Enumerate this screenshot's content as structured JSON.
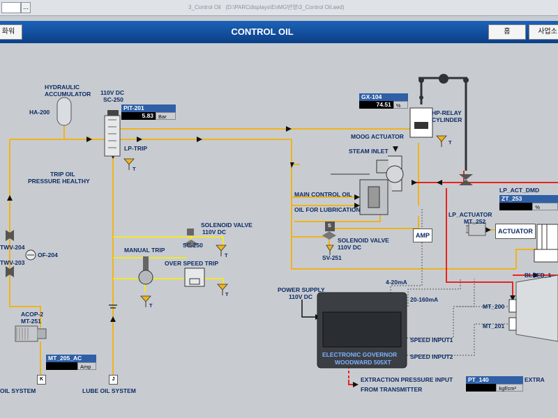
{
  "window": {
    "title": "3_Control Oil",
    "path": "(D:\\PARCdisplays\\EnMG반영\\3_Control Oil.aed)",
    "combo_button": "..."
  },
  "header": {
    "title": "CONTROL OIL",
    "left_button": "화워",
    "home_button": "홈",
    "site_button": "사업소"
  },
  "labels": {
    "hydraulic_acc": "HYDRAULIC",
    "hydraulic_acc2": "ACCUMULATOR",
    "ha200": "HA-200",
    "v110dc_sc250": "110V DC",
    "sc250_top": "SC-250",
    "lp_trip": "LP-TRIP",
    "trip_oil": "TRIP OIL",
    "pressure_healthy": "PRESSURE HEALTHY",
    "twv204": "TWV-204",
    "twv203": "TWV-203",
    "of204": "OF-204",
    "solenoid_valve_1": "SOLENOID VALVE",
    "v110dc_2": "110V DC",
    "sc250_2": "SC-250",
    "manual_trip": "MANUAL TRIP",
    "over_speed_trip": "OVER SPEED TRIP",
    "acop2": "ACOP-2",
    "mt251": "MT-251",
    "oil_system": "OIL SYSTEM",
    "lube_oil_system": "LUBE OIL SYSTEM",
    "k": "K",
    "j": "J",
    "moog_actuator": "MOOG ACTUATOR",
    "steam_inlet": "STEAM INLET",
    "hp_relay": "HP-RELAY",
    "cylinder": "CYLINDER",
    "main_control_oil": "MAIN CONTROL OIL",
    "oil_for_lub": "OIL FOR LUBRICATION",
    "solenoid_valve_2": "SOLENOID VALVE",
    "v110dc_3": "110V DC",
    "sv251": "SV-251",
    "s": "S",
    "amp": "AMP",
    "lp_actuator": "LP_ACTUATOR",
    "mt252": "MT_252",
    "actuator": "ACTUATOR",
    "lp_act_dmd": "LP_ACT_DMD",
    "bleed1": "BLEED_1",
    "power_supply": "POWER SUPPLY",
    "v110dc_4": "110V DC",
    "ma4_20": "4-20mA",
    "ma20_160": "20-160mA",
    "mt200": "MT_200",
    "mt201": "MT_201",
    "speed_input1": "SPEED INPUT1",
    "speed_input2": "SPEED INPUT2",
    "eg1": "ELECTRONIC GOVERNOR",
    "eg2": "WOODWARD 505XT",
    "extraction_pi": "EXTRACTION PRESSURE INPUT",
    "from_transmitter": "FROM TRANSMITTER",
    "extraction_r": "EXTRA",
    "t": "T"
  },
  "tags": {
    "pit201": {
      "name": "PIT-201",
      "value": "5.83",
      "unit": "Bar"
    },
    "gx104": {
      "name": "GX-104",
      "value": "74.51",
      "unit": "%"
    },
    "zt253": {
      "name": "ZT_253",
      "value": "",
      "unit": "%"
    },
    "mt205": {
      "name": "MT_205_AC",
      "value": "",
      "unit": "Amp"
    },
    "pt140": {
      "name": "PT_140",
      "value": "",
      "unit": "kgf/cm²"
    }
  },
  "colors": {
    "oil": "#f0b21c",
    "hydraulic": "#f2e72e",
    "red_line": "#e8231f",
    "dark": "#2f3338",
    "header": "#1455a8"
  }
}
